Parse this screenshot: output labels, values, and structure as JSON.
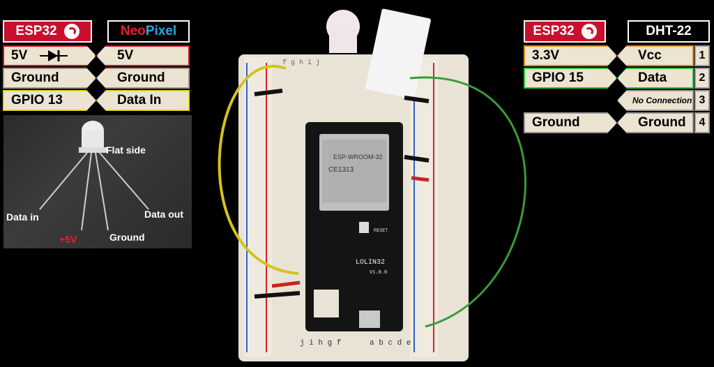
{
  "left_table": {
    "esp32": "ESP32",
    "neopixel_neo": "Neo",
    "neopixel_pixel": "Pixel",
    "rows": [
      {
        "l": "5V",
        "r": "5V"
      },
      {
        "l": "Ground",
        "r": "Ground"
      },
      {
        "l": "GPIO 13",
        "r": "Data In"
      }
    ]
  },
  "right_table": {
    "esp32": "ESP32",
    "dht": "DHT-22",
    "rows": [
      {
        "l": "3.3V",
        "r": "Vcc",
        "n": "1"
      },
      {
        "l": "GPIO 15",
        "r": "Data",
        "n": "2"
      },
      {
        "l": "",
        "r": "No Connection",
        "n": "3"
      },
      {
        "l": "Ground",
        "r": "Ground",
        "n": "4"
      }
    ]
  },
  "led": {
    "flat_side": "Flat side",
    "data_in": "Data in",
    "plus5v": "+5V",
    "ground": "Ground",
    "data_out": "Data out"
  },
  "board": {
    "module": "ESP-WROOM-32",
    "brand": "LOLIN32",
    "ver": "V1.0.0",
    "reset": "RESET",
    "ce": "CE1313"
  },
  "breadboard": {
    "top_letters": "f g h i j",
    "bottom_left": "j i h g f",
    "bottom_right": "a b c d e"
  }
}
